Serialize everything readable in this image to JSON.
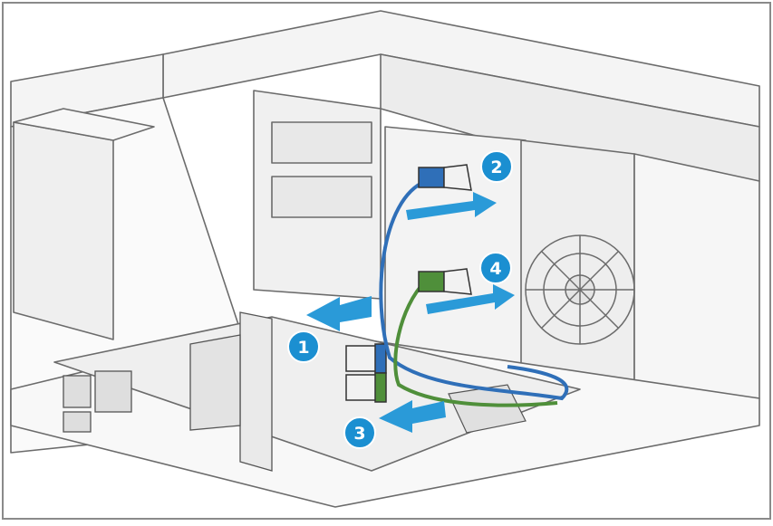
{
  "figure": {
    "type": "hardware-installation-illustration",
    "subject": "server-chassis-interior",
    "steps": [
      {
        "number": "1",
        "action": "slide-out"
      },
      {
        "number": "2",
        "action": "connect"
      },
      {
        "number": "3",
        "action": "slide-out"
      },
      {
        "number": "4",
        "action": "connect"
      }
    ],
    "colors": {
      "step_badge": "#1b8fd1",
      "arrow": "#2a9ad8",
      "cable_blue": "#2f6fb8",
      "cable_green": "#4f8f3a",
      "line_art": "#6b6b6b",
      "fill": "#f4f4f4"
    }
  }
}
